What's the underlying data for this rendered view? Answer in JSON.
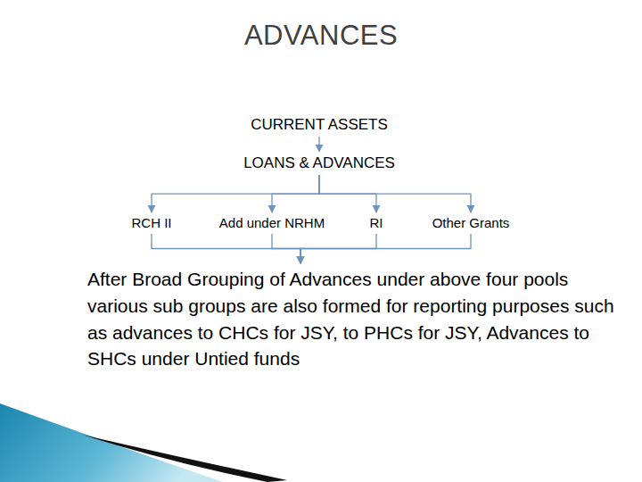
{
  "diagram": {
    "title": "ADVANCES",
    "nodes": [
      {
        "text": [
          "CURRENT ASSETS"
        ]
      },
      {
        "text": [
          "LOANS & ADVANCES"
        ]
      },
      {
        "text": [
          "RCH II"
        ]
      },
      {
        "text": [
          "Add under NRHM"
        ]
      },
      {
        "text": [
          "RI"
        ]
      },
      {
        "text": [
          "Other Grants"
        ]
      },
      {
        "text": [
          "After Broad Grouping of Advances under above four pools various sub groups are also formed for reporting purposes such as advances to CHCs for JSY, to PHCs for JSY, Advances to SHCs under Untied funds"
        ]
      }
    ],
    "edges": [
      {
        "from": 0,
        "to": 1,
        "arrow": "to"
      },
      {
        "from": 1,
        "to": 2,
        "arrow": "to"
      },
      {
        "from": 1,
        "to": 3,
        "arrow": "to"
      },
      {
        "from": 1,
        "to": 4,
        "arrow": "to"
      },
      {
        "from": 1,
        "to": 5,
        "arrow": "to"
      },
      {
        "from": 2,
        "to": 6,
        "arrow": "to"
      },
      {
        "from": 3,
        "to": 6,
        "arrow": "to"
      },
      {
        "from": 4,
        "to": 6,
        "arrow": "to"
      },
      {
        "from": 5,
        "to": 6,
        "arrow": "to"
      }
    ]
  }
}
